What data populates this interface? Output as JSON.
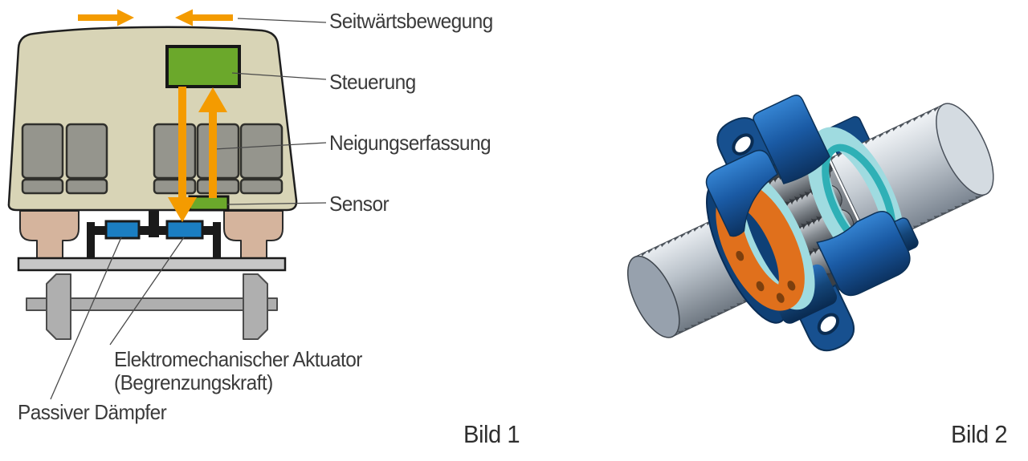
{
  "figure1": {
    "caption": "Bild 1",
    "labels": {
      "seitwaertsbewegung": "Seitwärtsbewegung",
      "steuerung": "Steuerung",
      "neigungserfassung": "Neigungserfassung",
      "sensor": "Sensor",
      "aktuator_line1": "Elektromechanischer Aktuator",
      "aktuator_line2": "(Begrenzungskraft)",
      "daempfer": "Passiver Dämpfer"
    },
    "colors": {
      "arrow_orange": "#F49B00",
      "control_green": "#6BA82B",
      "actuator_blue": "#1B7EC2",
      "body_beige": "#D8D4B6",
      "seat_gray": "#95958D",
      "wheel_tan": "#D5B49D",
      "platform_gray": "#C6C6C6",
      "axle_gray": "#AFAFAF"
    }
  },
  "figure2": {
    "caption": "Bild 2",
    "colors": {
      "housing_blue": "#1A5AA4",
      "ring_cyan": "#9FDBE0",
      "ring_teal": "#2FB0B6",
      "flange_orange": "#E0701C",
      "screw_gray": "#BCC3CB"
    }
  }
}
